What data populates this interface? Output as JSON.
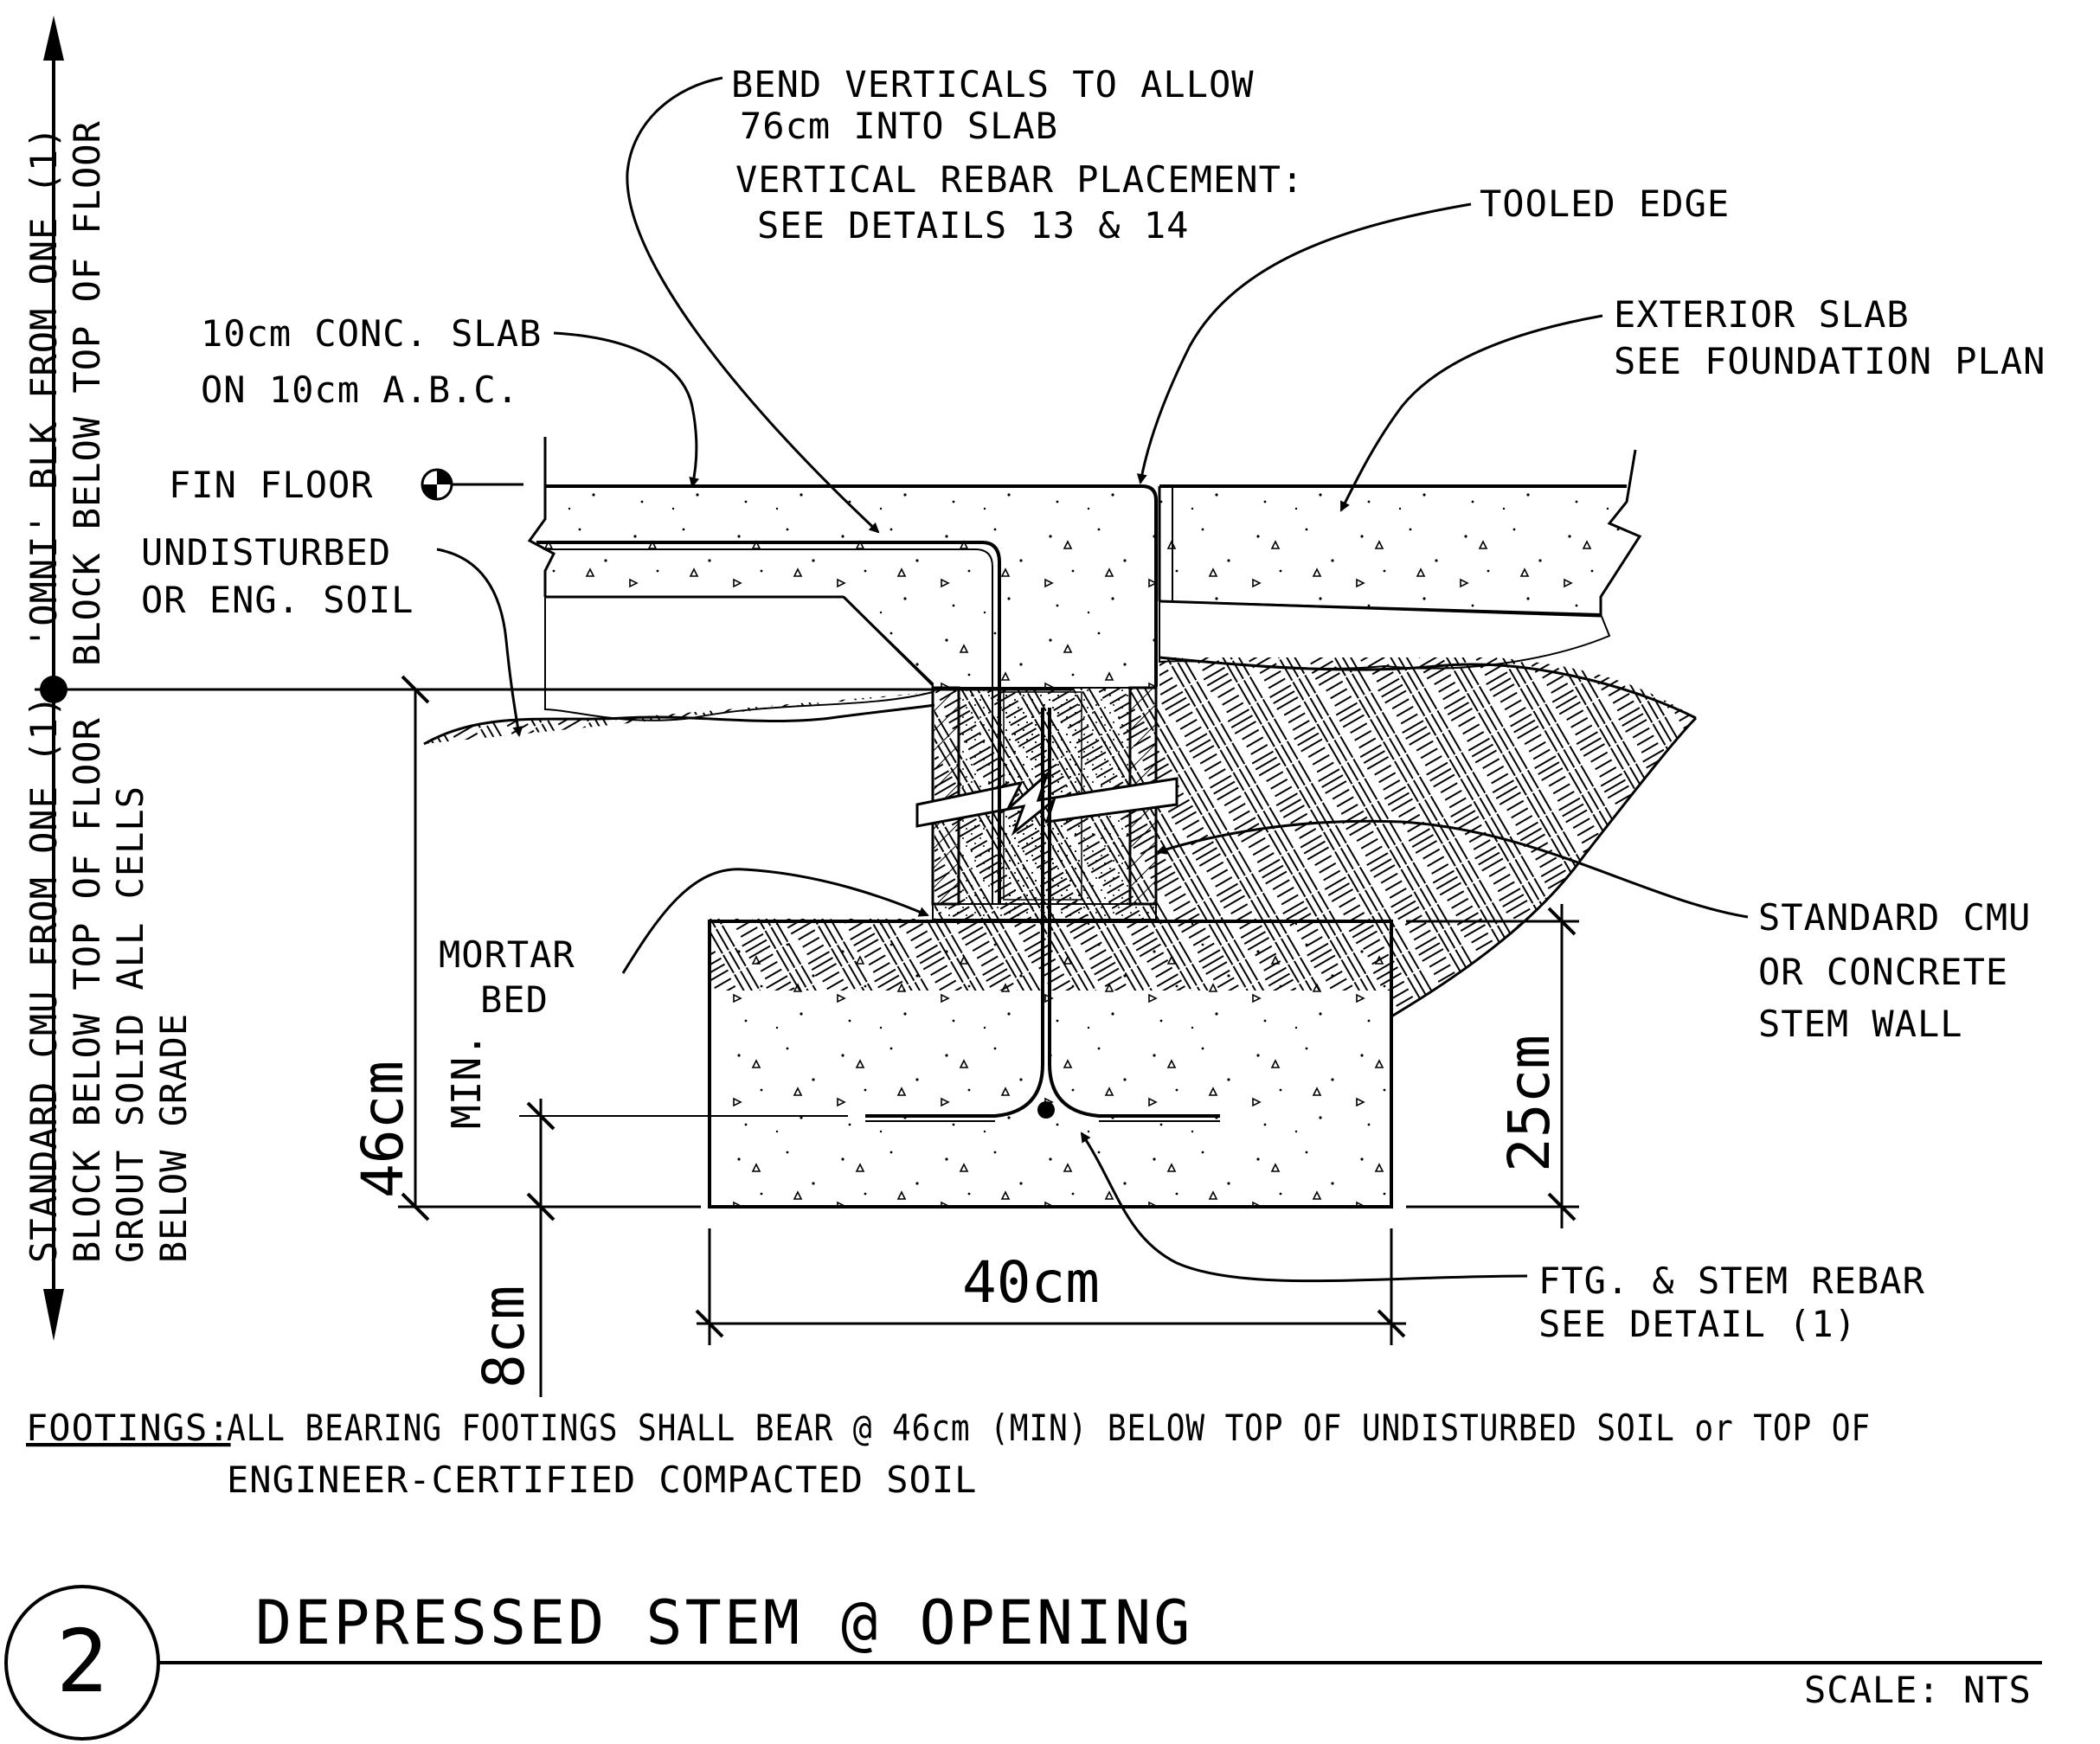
{
  "detail": {
    "number": "2",
    "title": "DEPRESSED STEM @ OPENING",
    "scale": "SCALE: NTS"
  },
  "callouts": {
    "bend_verticals_1": "BEND VERTICALS TO ALLOW",
    "bend_verticals_2": "76cm INTO SLAB",
    "rebar_placement_1": "VERTICAL REBAR PLACEMENT:",
    "rebar_placement_2": "SEE DETAILS 13 & 14",
    "tooled_edge": "TOOLED EDGE",
    "exterior_slab_1": "EXTERIOR SLAB",
    "exterior_slab_2": "SEE FOUNDATION PLAN",
    "conc_slab_1": "10cm CONC. SLAB",
    "conc_slab_2": "ON 10cm A.B.C.",
    "fin_floor": "FIN FLOOR",
    "undisturbed_1": "UNDISTURBED",
    "undisturbed_2": "OR ENG. SOIL",
    "standard_cmu_1": "STANDARD CMU",
    "standard_cmu_2": "OR CONCRETE",
    "standard_cmu_3": "STEM WALL",
    "mortar_1": "MORTAR",
    "mortar_2": "BED",
    "ftg_rebar_1": "FTG. & STEM REBAR",
    "ftg_rebar_2": "SEE DETAIL (1)"
  },
  "side_notes": {
    "omni_1": "'OMNI' BLK FROM ONE (1)",
    "omni_2": "BLOCK BELOW TOP OF FLOOR",
    "cmu_1": "STANDARD CMU FROM ONE (1)",
    "cmu_2": "BLOCK BELOW TOP OF FLOOR",
    "cmu_3": "GROUT SOLID ALL CELLS",
    "cmu_4": "BELOW GRADE"
  },
  "dimensions": {
    "depth": "46cm",
    "depth_qualifier": "MIN.",
    "bottom": "8cm",
    "width": "40cm",
    "footing": "25cm"
  },
  "footing_note": {
    "heading": "FOOTINGS:",
    "line_1": "ALL BEARING FOOTINGS SHALL BEAR @ 46cm (MIN) BELOW TOP OF UNDISTURBED SOIL or TOP OF",
    "line_2": "ENGINEER-CERTIFIED COMPACTED SOIL"
  }
}
